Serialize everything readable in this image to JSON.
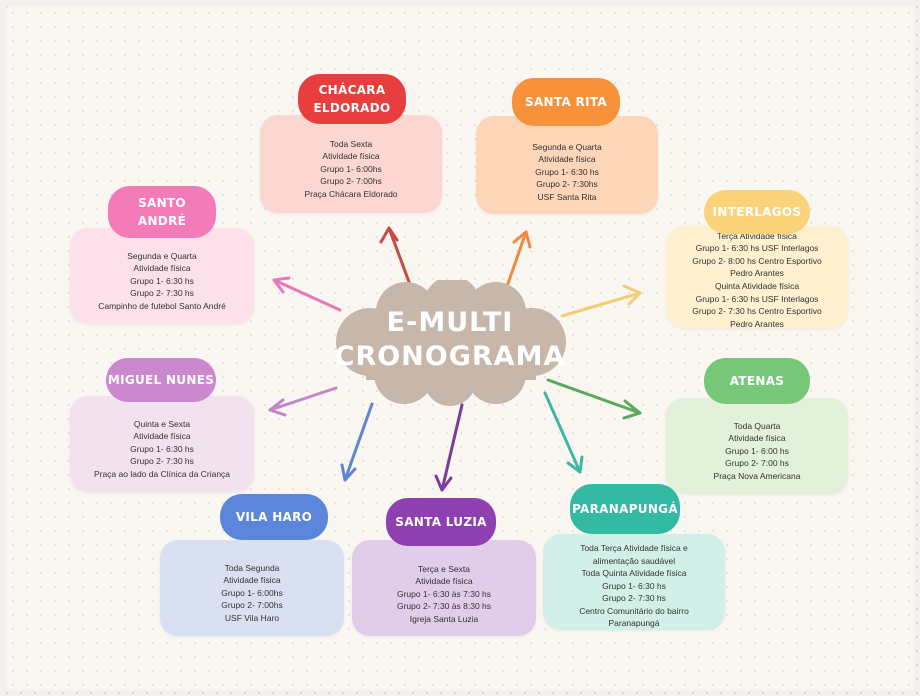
{
  "center": {
    "line1": "E-MULTI",
    "line2": "CRONOGRAMA",
    "color": "#c7b7ab"
  },
  "nodes": {
    "chacara_eldorado": {
      "title_lines": [
        "CHÁCARA",
        "ELDORADO"
      ],
      "tag_color": "#e83e3e",
      "card_color": "#fcd6d0",
      "lines": [
        "Toda Sexta",
        "Atividade física",
        "Grupo 1- 6:00hs",
        "Grupo 2- 7:00hs",
        "Praça Chácara Eldorado"
      ]
    },
    "santa_rita": {
      "title_lines": [
        "SANTA RITA"
      ],
      "tag_color": "#f7913a",
      "card_color": "#fdd5b8",
      "lines": [
        "Segunda e Quarta",
        "Atividade física",
        "Grupo 1- 6:30 hs",
        "Grupo 2- 7:30hs",
        "USF Santa Rita"
      ]
    },
    "santo_andre": {
      "title_lines": [
        "SANTO",
        "ANDRÉ"
      ],
      "tag_color": "#f37bb8",
      "card_color": "#fde1ea",
      "lines": [
        "Segunda e Quarta",
        "Atividade física",
        "Grupo 1- 6:30 hs",
        "Grupo 2- 7:30 hs",
        "Campinho de futebol Santo André"
      ]
    },
    "interlagos": {
      "title_lines": [
        "INTERLAGOS"
      ],
      "tag_color": "#fbd37a",
      "card_color": "#fff0cf",
      "lines": [
        "Terça Atividade física",
        "Grupo 1- 6:30 hs USF Interlagos",
        "Grupo 2- 8:00 hs Centro Esportivo",
        "Pedro Arantes",
        "Quinta Atividade física",
        "Grupo 1- 6:30 hs USF Interlagos",
        "Grupo 2- 7:30 hs Centro Esportivo",
        "Pedro Arantes"
      ]
    },
    "miguel_nunes": {
      "title_lines": [
        "MIGUEL NUNES"
      ],
      "tag_color": "#cc88cf",
      "card_color": "#f2e2ef",
      "lines": [
        "Quinta e Sexta",
        "Atividade física",
        "Grupo 1- 6:30 hs",
        "Grupo 2- 7:30 hs",
        "Praça ao lado da Clínica da Criança"
      ]
    },
    "atenas": {
      "title_lines": [
        "ATENAS"
      ],
      "tag_color": "#78c87a",
      "card_color": "#e2f1d9",
      "lines": [
        "Toda Quarta",
        "Atividade física",
        "Grupo 1- 6:00 hs",
        "Grupo 2- 7:00 hs",
        "Praça Nova Americana"
      ]
    },
    "vila_haro": {
      "title_lines": [
        "VILA HARO"
      ],
      "tag_color": "#5b86dc",
      "card_color": "#d8e0f1",
      "lines": [
        "Toda Segunda",
        "Atividade física",
        "Grupo 1- 6:00hs",
        "Grupo 2- 7:00hs",
        "USF Vila Haro"
      ]
    },
    "santa_luzia": {
      "title_lines": [
        "SANTA LUZIA"
      ],
      "tag_color": "#8e3fb0",
      "card_color": "#e1cce9",
      "lines": [
        "Terça e Sexta",
        "Atividade física",
        "Grupo 1- 6:30 às 7:30 hs",
        "Grupo 2- 7:30 às 8:30 hs",
        "Igreja Santa Luzia"
      ]
    },
    "paranapunga": {
      "title_lines": [
        "PARANAPUNGÁ"
      ],
      "tag_color": "#34b9a2",
      "card_color": "#d2f0e8",
      "lines": [
        "Toda Terça Atividade física e",
        "alimentação saudável",
        "Toda Quinta Atividade física",
        "Grupo 1- 6:30 hs",
        "Grupo 2- 7:30 hs",
        "Centro Comunitário do bairro",
        "Paranapungá"
      ]
    }
  }
}
